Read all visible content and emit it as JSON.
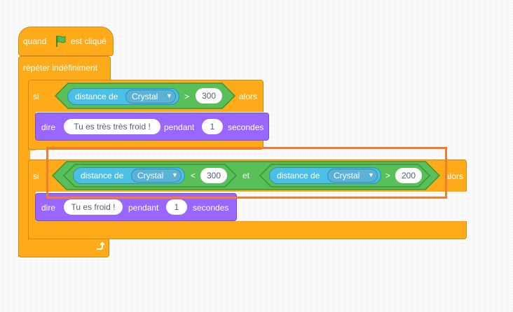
{
  "hat": {
    "label_when": "quand",
    "label_clicked": "est cliqué"
  },
  "loop": {
    "label": "répéter indéfiniment"
  },
  "if1": {
    "label_if": "si",
    "label_then": "alors",
    "cond": {
      "sensor": "distance de",
      "target": "Crystal",
      "op": ">",
      "value": "300"
    },
    "say": {
      "label": "dire",
      "message": "Tu es très très froid !",
      "during": "pendant",
      "secs": "1",
      "unit": "secondes"
    }
  },
  "if2": {
    "label_if": "si",
    "label_then": "alors",
    "and_label": "et",
    "cond_left": {
      "sensor": "distance de",
      "target": "Crystal",
      "op": "<",
      "value": "300"
    },
    "cond_right": {
      "sensor": "distance de",
      "target": "Crystal",
      "op": ">",
      "value": "200"
    },
    "say": {
      "label": "dire",
      "message": "Tu es froid !",
      "during": "pendant",
      "secs": "1",
      "unit": "secondes"
    }
  },
  "colors": {
    "control": "#FFAB19",
    "operator": "#59C059",
    "sensing": "#4CBFE6",
    "looks": "#9966FF",
    "highlight": "#F47C32"
  }
}
